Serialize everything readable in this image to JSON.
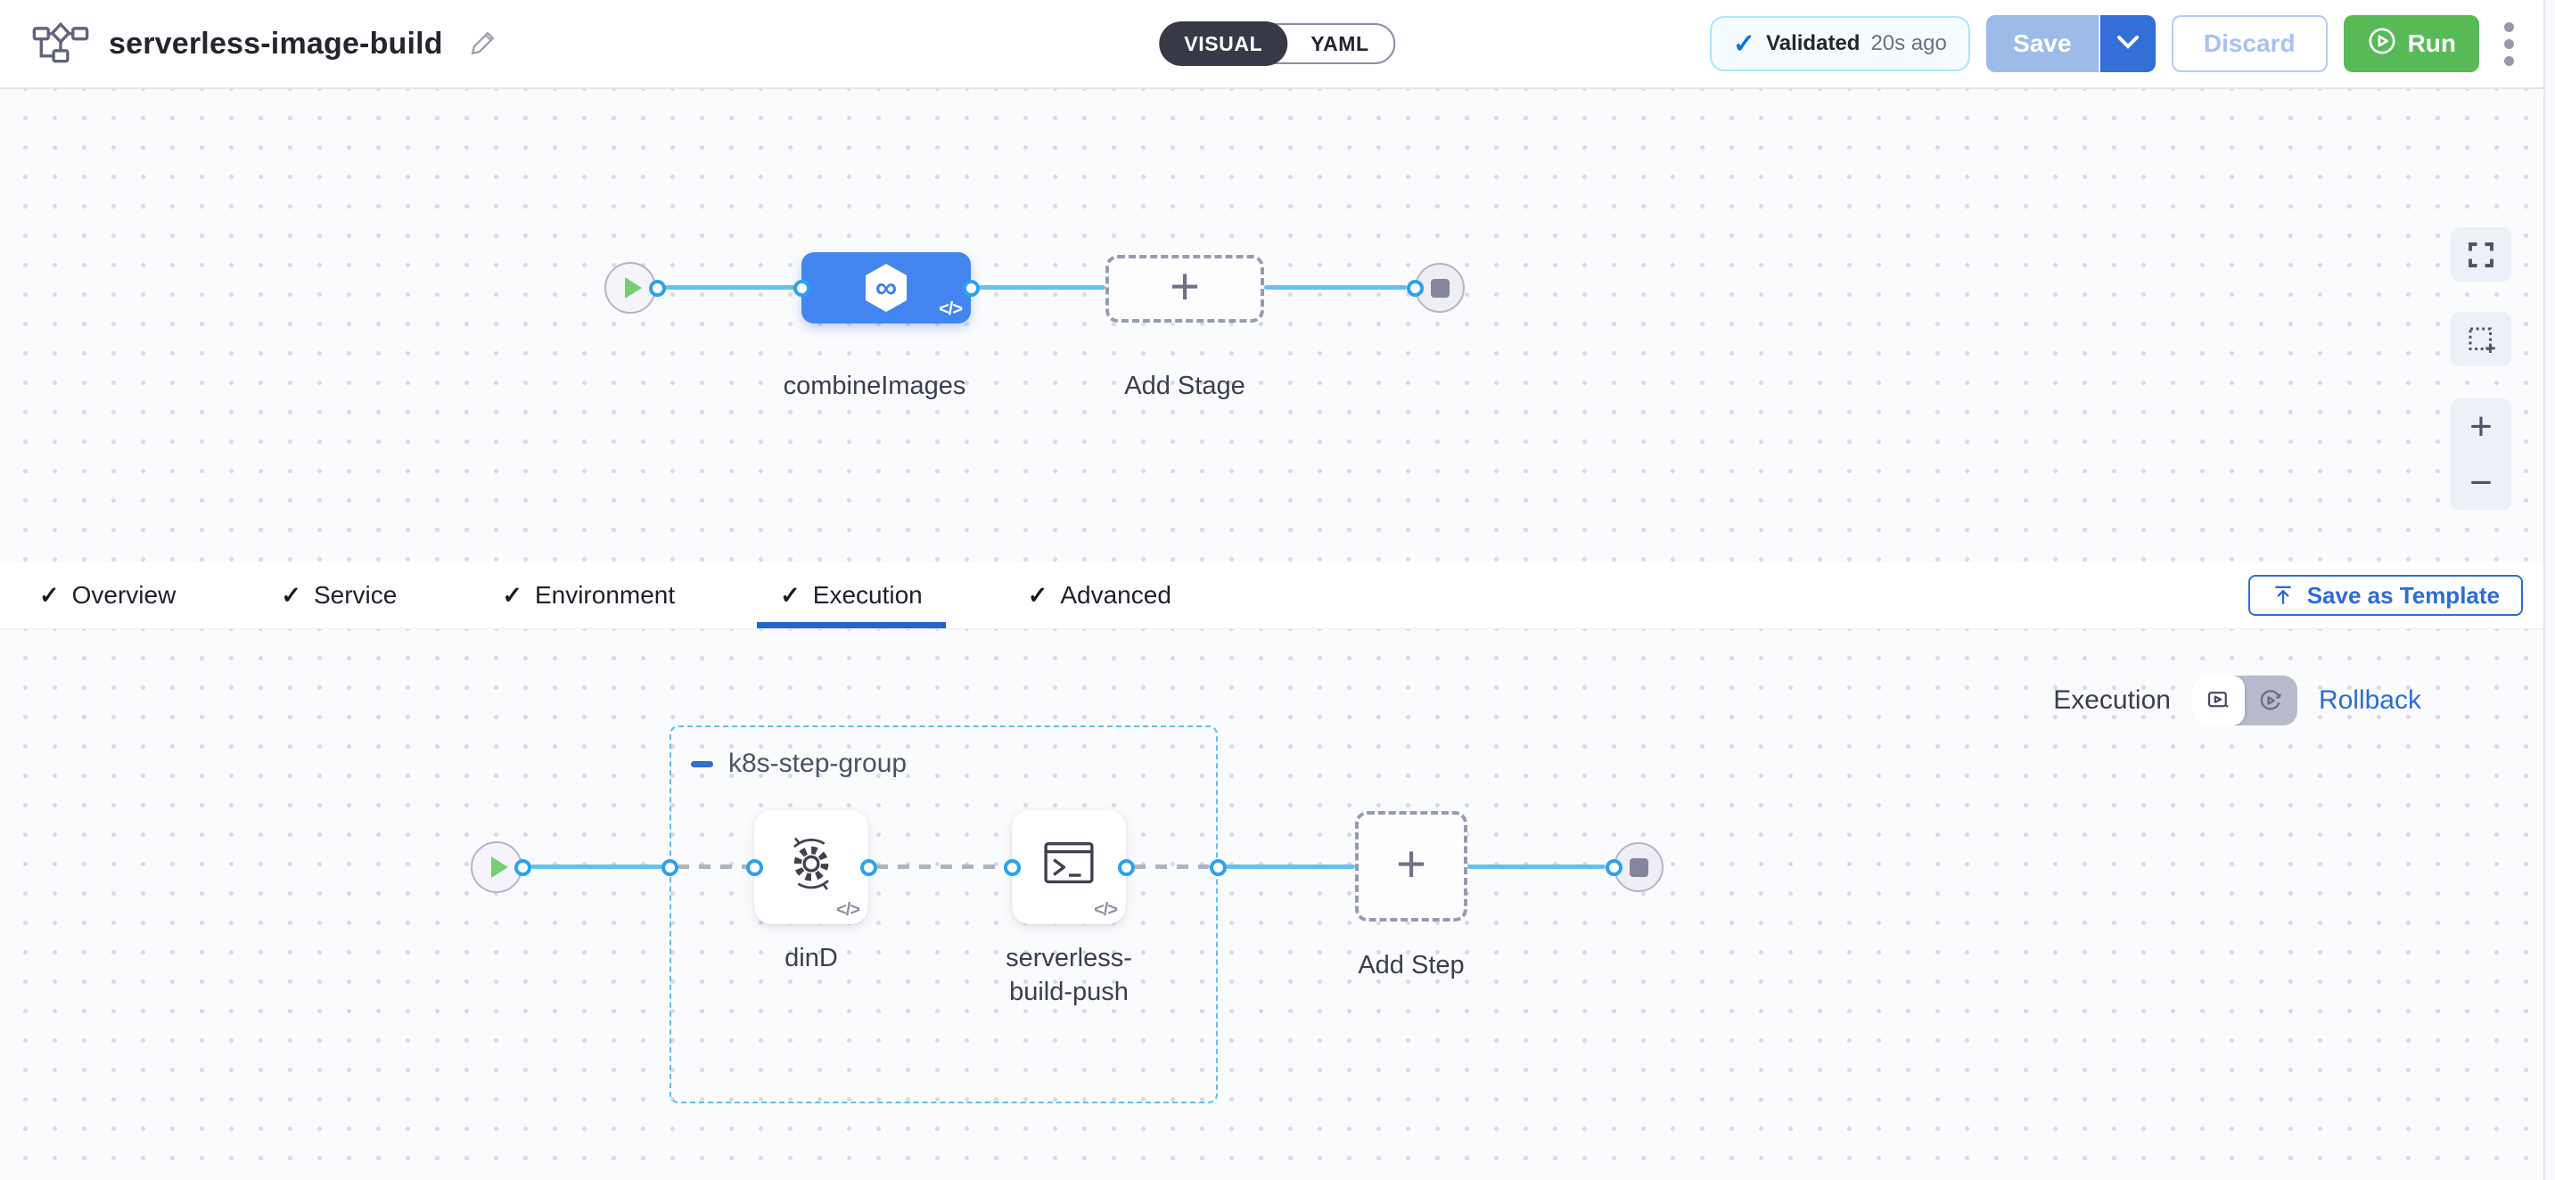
{
  "header": {
    "title": "serverless-image-build",
    "mode_toggle": {
      "visual": "VISUAL",
      "yaml": "YAML"
    },
    "validation": {
      "label": "Validated",
      "time": "20s ago"
    },
    "buttons": {
      "save": "Save",
      "discard": "Discard",
      "run": "Run"
    }
  },
  "stage_canvas": {
    "stage_label": "combineImages",
    "add_stage_label": "Add Stage"
  },
  "tabs": {
    "items": [
      {
        "label": "Overview",
        "checked": true,
        "active": false
      },
      {
        "label": "Service",
        "checked": true,
        "active": false
      },
      {
        "label": "Environment",
        "checked": true,
        "active": false
      },
      {
        "label": "Execution",
        "checked": true,
        "active": true
      },
      {
        "label": "Advanced",
        "checked": true,
        "active": false
      }
    ],
    "save_as_template": "Save as Template"
  },
  "execution_canvas": {
    "view_label": "Execution",
    "rollback_label": "Rollback",
    "step_group": {
      "name": "k8s-step-group"
    },
    "steps": [
      {
        "label": "dinD"
      },
      {
        "label": "serverless-build-push"
      }
    ],
    "add_step_label": "Add Step"
  },
  "icons": {
    "check": "✓",
    "plus": "+",
    "minus": "−",
    "code": "</>",
    "infinity": "∞"
  },
  "colors": {
    "accent_blue": "#2e6cd6",
    "validated_check_blue": "#0278d5",
    "run_green": "#57ba57",
    "stage_node_blue": "#4385f0",
    "connector_line_blue": "#63c2f1",
    "port_ring_blue": "#2aa2ed",
    "group_border_blue": "#5fbcf2",
    "save_disabled_blue": "#9cbbe9",
    "canvas_bg": "#fafbfd"
  }
}
